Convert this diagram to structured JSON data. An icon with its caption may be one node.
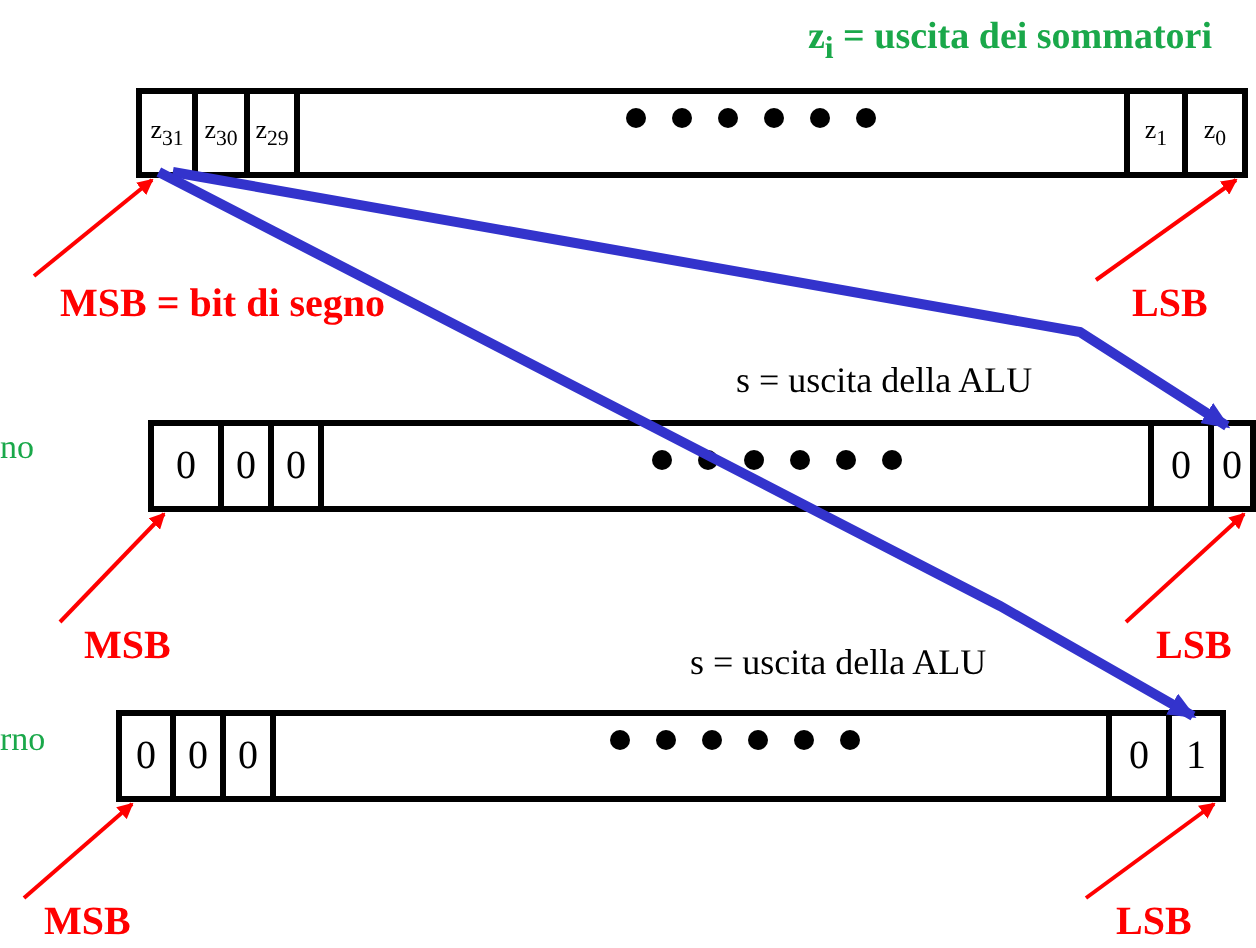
{
  "diagram": {
    "nodes": [
      {
        "text": [],
        "shape": "box"
      },
      {
        "text": [
          "z$_{31}$"
        ],
        "in": 0
      },
      {
        "text": [
          "z$_{30}$"
        ],
        "in": 0
      },
      {
        "text": [
          "z$_{29}$"
        ],
        "in": 0
      },
      {
        "text": [
          "z$_{1}$"
        ],
        "in": 0
      },
      {
        "text": [
          "z$_{0}$"
        ],
        "in": 0
      },
      {
        "text": [
          "MSB = bit di segno"
        ]
      },
      {
        "text": [
          "LSB"
        ]
      },
      {
        "text": [],
        "shape": "box"
      },
      {
        "text": [
          "0"
        ],
        "in": 8
      },
      {
        "text": [
          "0"
        ],
        "in": 8
      },
      {
        "text": [
          "0"
        ],
        "in": 8
      },
      {
        "text": [
          "0"
        ],
        "in": 8
      },
      {
        "text": [
          "0"
        ],
        "in": 8
      },
      {
        "text": [
          "MSB"
        ]
      },
      {
        "text": [
          "LSB"
        ]
      },
      {
        "text": [],
        "shape": "box"
      },
      {
        "text": [
          "0"
        ],
        "in": 16
      },
      {
        "text": [
          "0"
        ],
        "in": 16
      },
      {
        "text": [
          "0"
        ],
        "in": 16
      },
      {
        "text": [
          "0"
        ],
        "in": 16
      },
      {
        "text": [
          "1"
        ],
        "in": 16
      },
      {
        "text": [
          "MSB"
        ]
      },
      {
        "text": [
          "LSB"
        ]
      }
    ],
    "edges": [
      {
        "from": 1,
        "to": 13,
        "arrow": "to",
        "style": "thick",
        "color": "#3333cc"
      },
      {
        "from": 1,
        "to": 21,
        "arrow": "to",
        "style": "thick",
        "color": "#3333cc"
      },
      {
        "from": 6,
        "to": 0,
        "arrow": "to"
      },
      {
        "from": 7,
        "to": 0,
        "arrow": "to"
      },
      {
        "from": 14,
        "to": 8,
        "arrow": "to"
      },
      {
        "from": 15,
        "to": 8,
        "arrow": "to"
      },
      {
        "from": 22,
        "to": 16,
        "arrow": "to"
      },
      {
        "from": 23,
        "to": 16,
        "arrow": "to"
      }
    ],
    "labels": [
      "z$_{i}$ = uscita dei sommatori",
      "s = uscita della ALU",
      "no",
      "s = uscita della ALU",
      "rno"
    ]
  }
}
